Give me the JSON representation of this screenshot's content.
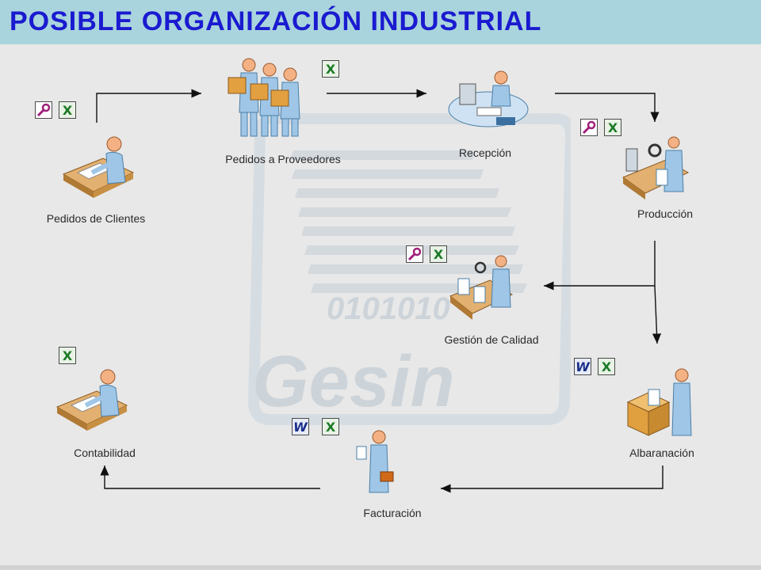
{
  "title": "POSIBLE ORGANIZACIÓN INDUSTRIAL",
  "watermark": {
    "digits": "0101010",
    "brand": "Gesin"
  },
  "nodes": {
    "pedidos_clientes": {
      "label": "Pedidos de Clientes",
      "icon": "person-at-desk-icon",
      "apps": [
        "key-icon",
        "excel-icon"
      ]
    },
    "pedidos_proveedores": {
      "label": "Pedidos a Proveedores",
      "icon": "people-carrying-boxes-icon",
      "apps": [
        "excel-icon"
      ]
    },
    "recepcion": {
      "label": "Recepción",
      "icon": "person-at-computer-icon",
      "apps": []
    },
    "produccion": {
      "label": "Producción",
      "icon": "production-line-icon",
      "apps": [
        "key-icon",
        "excel-icon"
      ]
    },
    "gestion_calidad": {
      "label": "Gestión de Calidad",
      "icon": "quality-inspection-icon",
      "apps": [
        "key-icon",
        "excel-icon"
      ]
    },
    "albaranacion": {
      "label": "Albaranación",
      "icon": "person-packing-box-icon",
      "apps": [
        "word-icon",
        "excel-icon"
      ]
    },
    "facturacion": {
      "label": "Facturación",
      "icon": "person-with-briefcase-icon",
      "apps": [
        "word-icon",
        "excel-icon"
      ]
    },
    "contabilidad": {
      "label": "Contabilidad",
      "icon": "person-at-desk-icon",
      "apps": [
        "excel-icon"
      ]
    }
  },
  "colors": {
    "title_text": "#1a1ad0",
    "title_bar": "#a9d4dd",
    "background": "#e8e8e8",
    "excel_icon": "#1c7a26",
    "word_icon": "#1a2f8a",
    "key_icon": "#a0207a"
  }
}
